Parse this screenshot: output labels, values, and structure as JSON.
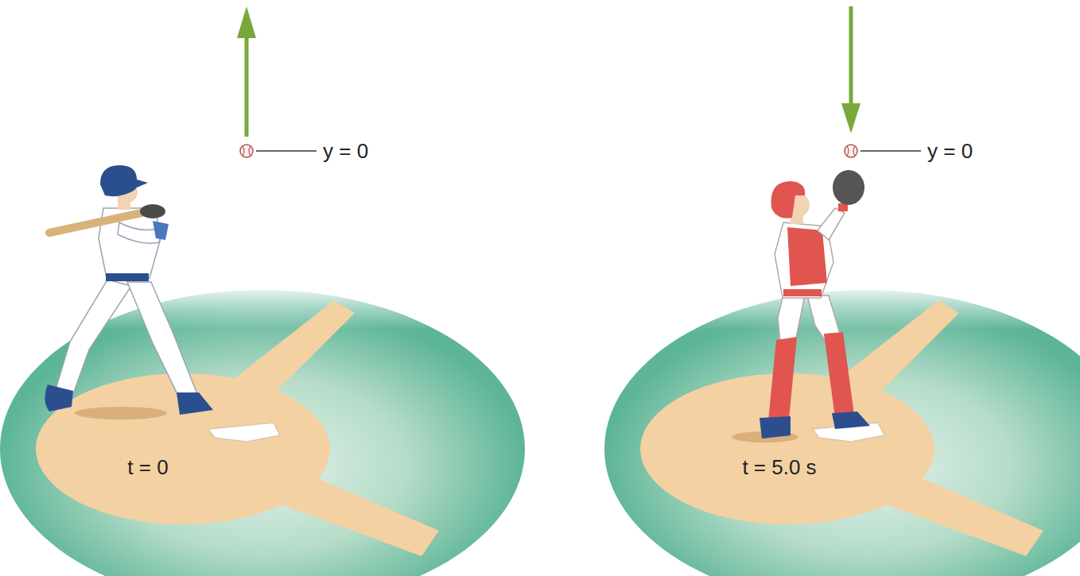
{
  "diagram": {
    "labels": [
      "y = 0",
      "t = 0",
      "y = 0",
      "t = 5.0 s"
    ]
  }
}
